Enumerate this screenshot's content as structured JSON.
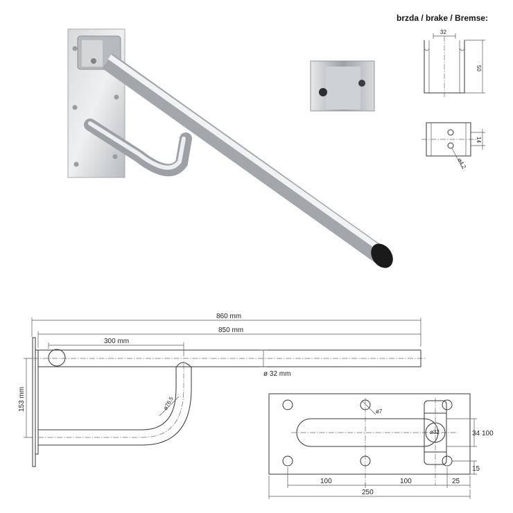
{
  "brake_caption": "brzda / brake / Bremse:",
  "brake_dims": {
    "width": "32",
    "height": "50",
    "hole_spacing": "14",
    "hole_dia": "ø4,2"
  },
  "side_view": {
    "overall_length": "860 mm",
    "arm_length": "850 mm",
    "pivot_distance": "300 mm",
    "tube_diameter": "ø 32 mm",
    "height": "153 mm",
    "bend_radius": "ø76,5"
  },
  "plate_view": {
    "hole_dia": "ø7",
    "tube_dia": "ø32",
    "spacing_left": "100",
    "spacing_right": "100",
    "edge_offset": "25",
    "width": "250",
    "inner_height": "34",
    "outer_height": "100",
    "bottom_offset": "15"
  },
  "colors": {
    "steel": "#c9ccd0",
    "steel_dark": "#8e9296",
    "cap": "#1a1a1a"
  }
}
